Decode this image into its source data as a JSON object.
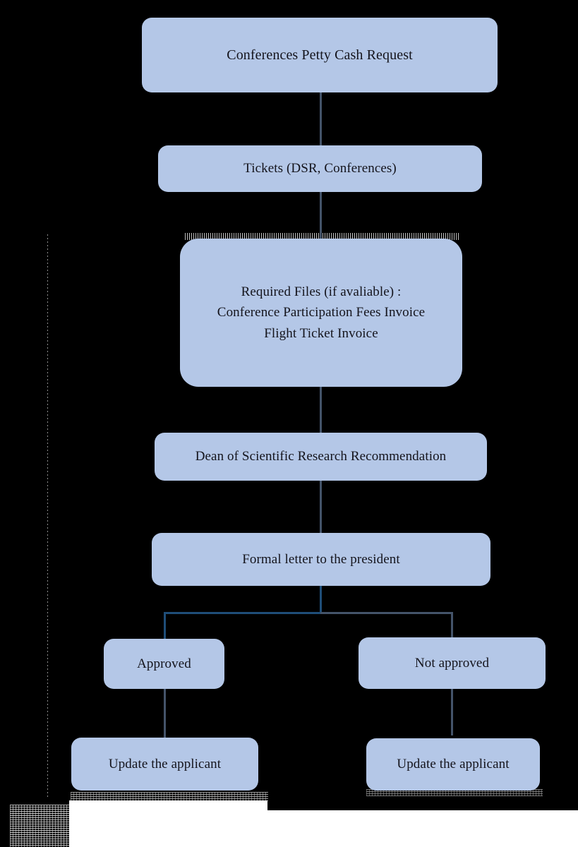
{
  "diagram": {
    "title": "Conferences Petty Cash Request",
    "type": "flowchart",
    "orientation": "top-to-bottom",
    "colors": {
      "background": "#000000",
      "node_fill": "#b4c7e7",
      "node_text": "#14141c",
      "connector_primary": "#1f4e79",
      "connector_secondary": "#44546a"
    },
    "nodes": {
      "start": {
        "label": "Conferences Petty Cash Request"
      },
      "tickets": {
        "label": "Tickets (DSR, Conferences)"
      },
      "required_files": {
        "line1": "Required Files (if avaliable) :",
        "line2": "Conference Participation Fees Invoice",
        "line3": "Flight Ticket Invoice"
      },
      "dean_recommendation": {
        "label": "Dean of Scientific Research Recommendation"
      },
      "formal_letter": {
        "label": "Formal letter to the president"
      },
      "approved": {
        "label": "Approved"
      },
      "not_approved": {
        "label": "Not approved"
      },
      "update_applicant_left": {
        "label": "Update the applicant"
      },
      "update_applicant_right": {
        "label": "Update the applicant"
      }
    }
  }
}
